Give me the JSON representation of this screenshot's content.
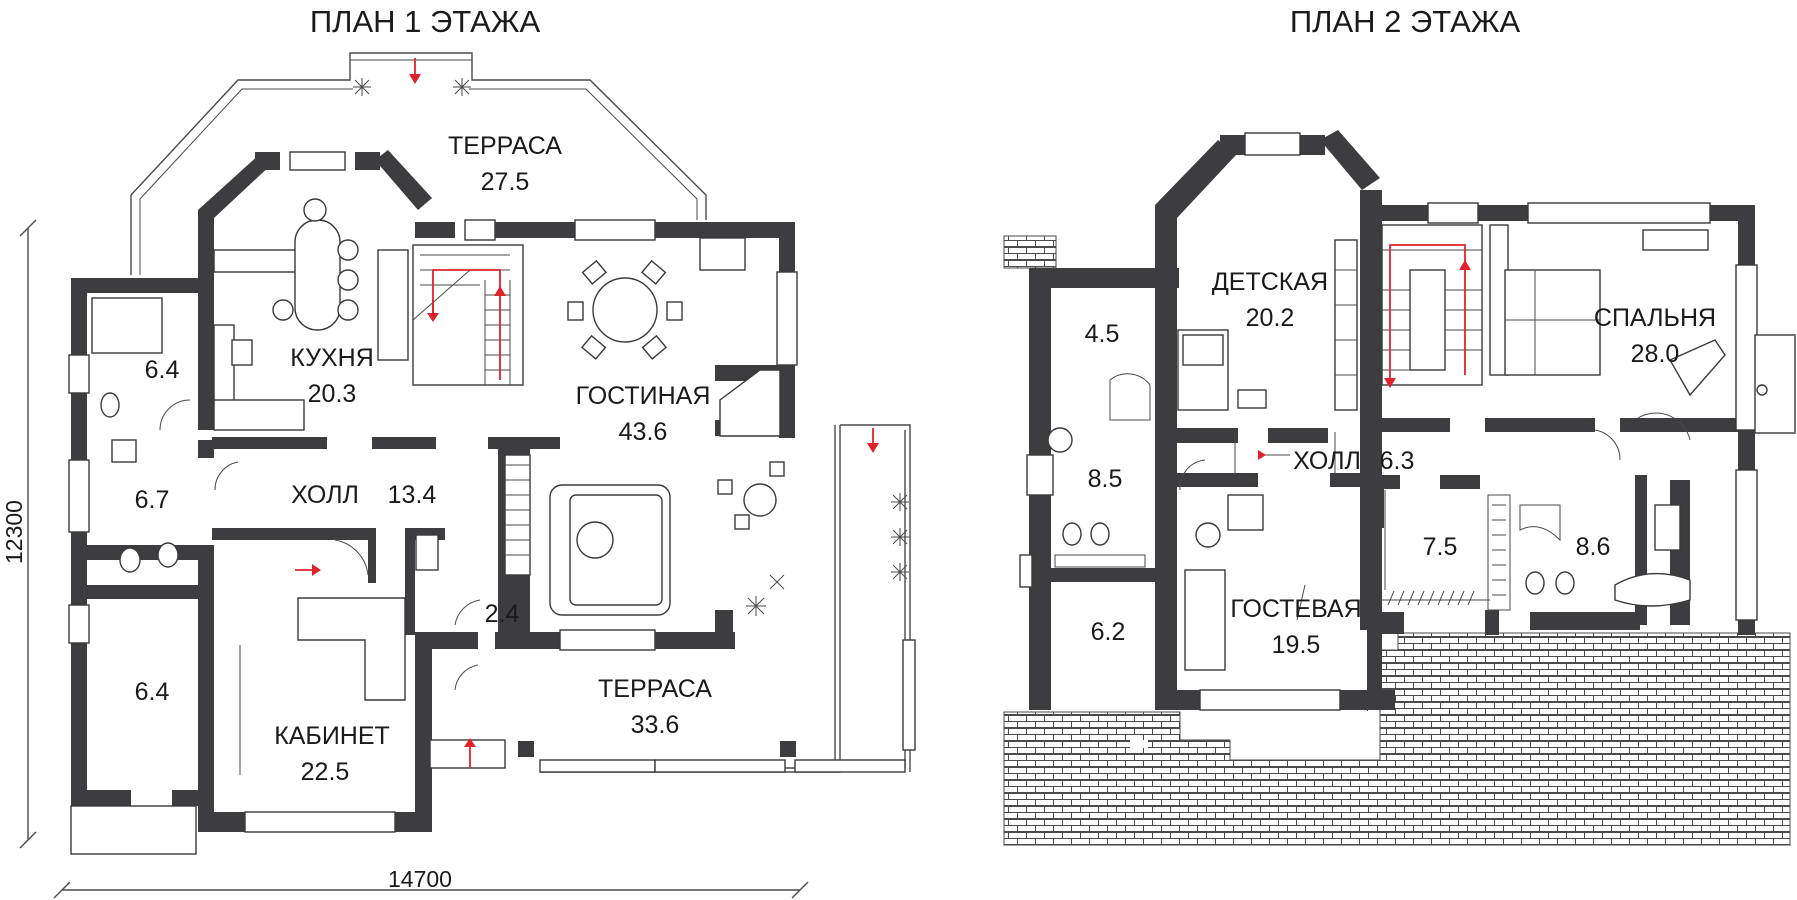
{
  "plans": [
    {
      "title": "ПЛАН 1 ЭТАЖА",
      "rooms": [
        {
          "name": "ТЕРРАСА",
          "area": "27.5"
        },
        {
          "name": "КУХНЯ",
          "area": "20.3"
        },
        {
          "name": "ГОСТИНАЯ",
          "area": "43.6"
        },
        {
          "name": "",
          "area": "6.4"
        },
        {
          "name": "",
          "area": "6.7"
        },
        {
          "name": "ХОЛЛ",
          "area": "13.4"
        },
        {
          "name": "",
          "area": "6.4"
        },
        {
          "name": "КАБИНЕТ",
          "area": "22.5"
        },
        {
          "name": "",
          "area": "2.4"
        },
        {
          "name": "ТЕРРАСА",
          "area": "33.6"
        }
      ],
      "dimensions": {
        "width": "14700",
        "height": "12300"
      }
    },
    {
      "title": "ПЛАН 2 ЭТАЖА",
      "rooms": [
        {
          "name": "",
          "area": "4.5"
        },
        {
          "name": "ДЕТСКАЯ",
          "area": "20.2"
        },
        {
          "name": "СПАЛЬНЯ",
          "area": "28.0"
        },
        {
          "name": "",
          "area": "8.5"
        },
        {
          "name": "ХОЛЛ",
          "area": "6.3"
        },
        {
          "name": "",
          "area": "7.5"
        },
        {
          "name": "",
          "area": "8.6"
        },
        {
          "name": "",
          "area": "6.2"
        },
        {
          "name": "ГОСТЕВАЯ",
          "area": "19.5"
        }
      ]
    }
  ]
}
